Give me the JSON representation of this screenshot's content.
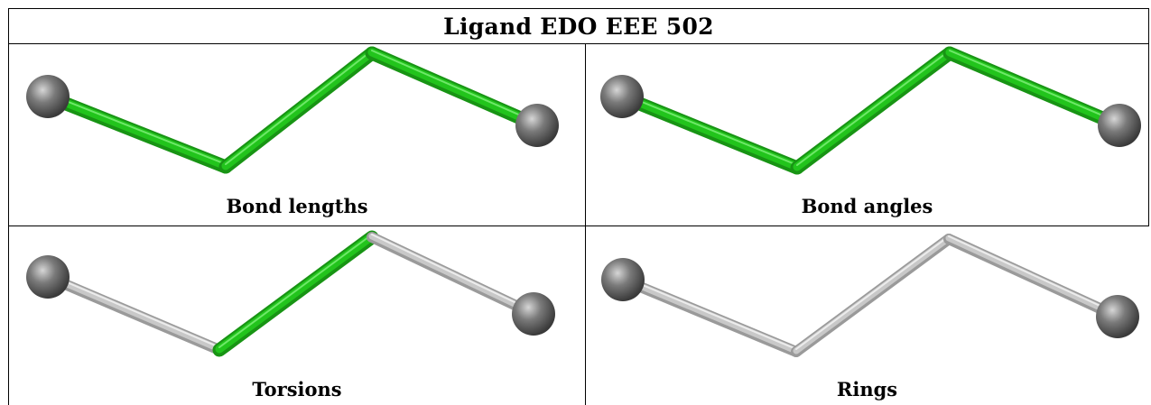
{
  "title": "Ligand EDO EEE 502",
  "panels": [
    {
      "caption": "Bond lengths",
      "highlighted_bonds": [
        0,
        1,
        2
      ]
    },
    {
      "caption": "Bond angles",
      "highlighted_bonds": [
        0,
        1,
        2
      ]
    },
    {
      "caption": "Torsions",
      "highlighted_bonds": [
        1
      ]
    },
    {
      "caption": "Rings",
      "highlighted_bonds": []
    }
  ],
  "colors": {
    "highlight_bond": "#22c41c",
    "default_bond": "#c8c8c8",
    "atom": "#7a7a7a",
    "grid_line": "#000000"
  }
}
